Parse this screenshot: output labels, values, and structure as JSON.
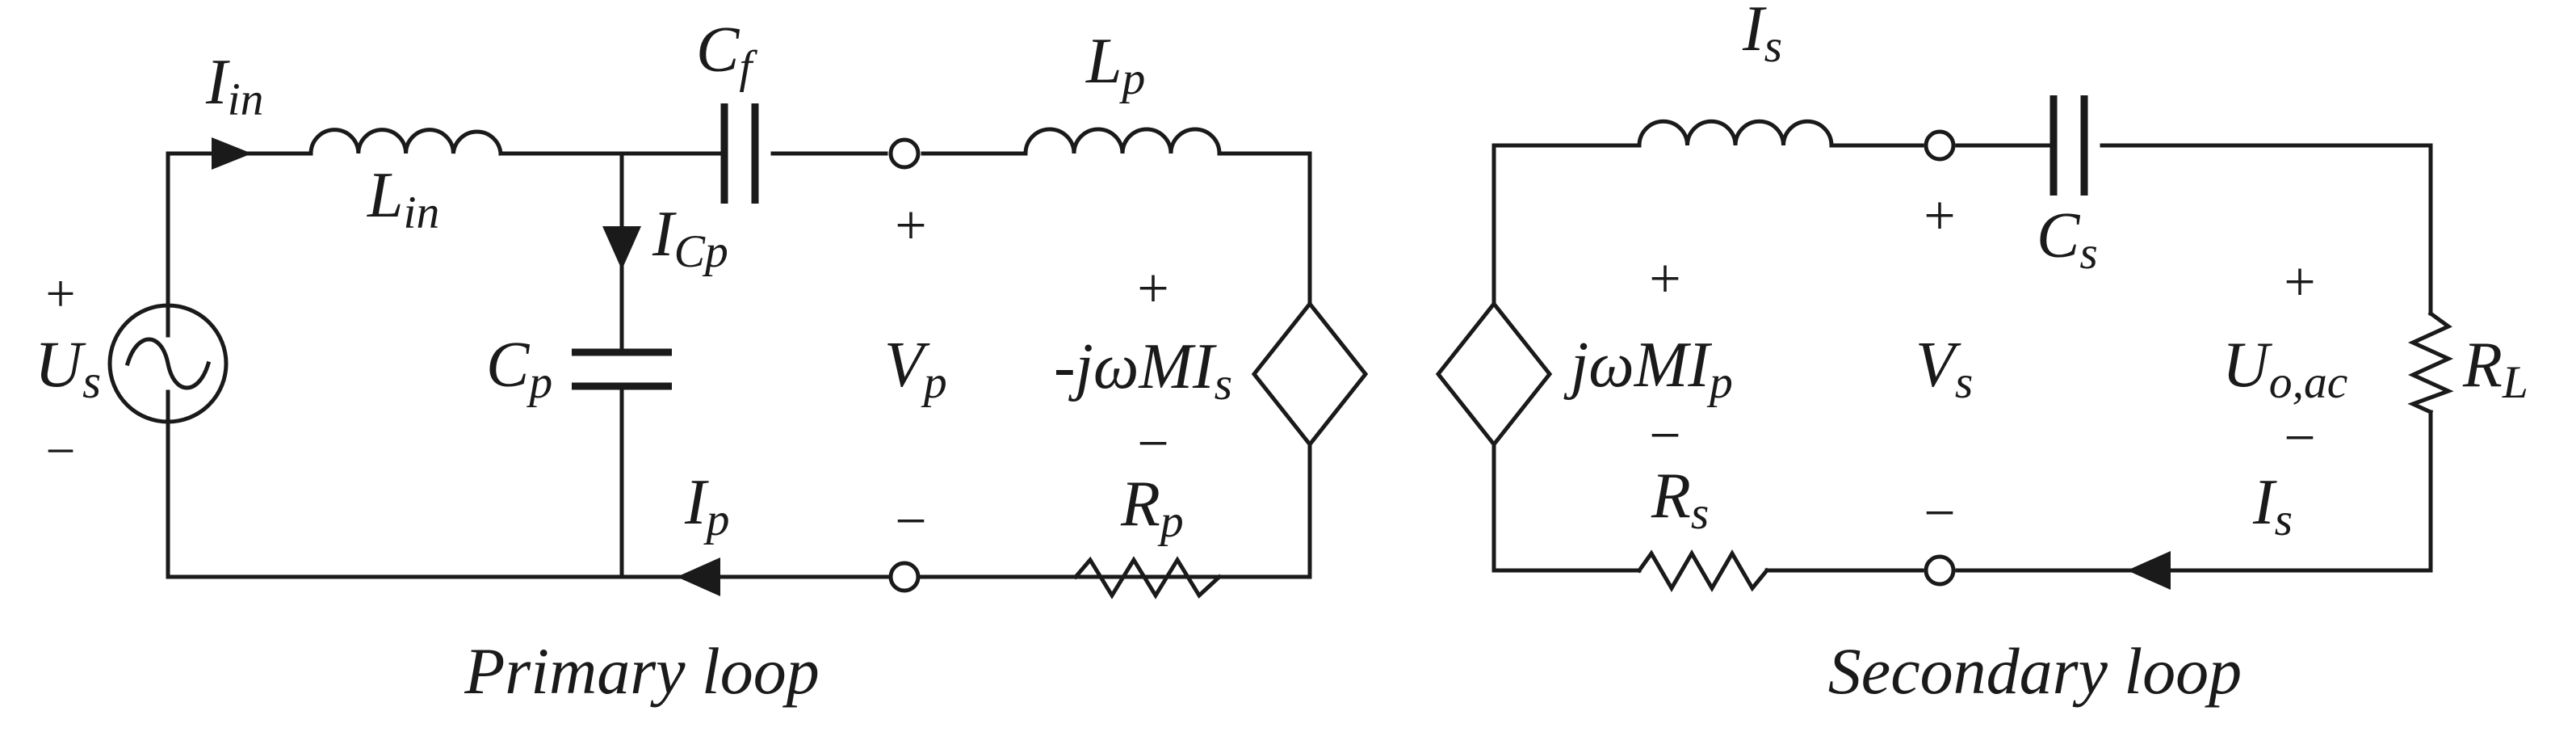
{
  "primary": {
    "caption": "Primary loop",
    "source": {
      "main": "U",
      "sub": "s",
      "plus": "+",
      "minus": "−"
    },
    "i_in": {
      "main": "I",
      "sub": "in"
    },
    "l_in": {
      "main": "L",
      "sub": "in"
    },
    "c_f": {
      "main": "C",
      "sub": "f"
    },
    "l_p": {
      "main": "L",
      "sub": "p"
    },
    "i_cp": {
      "main": "I",
      "sub": "Cp"
    },
    "c_p": {
      "main": "C",
      "sub": "p"
    },
    "v_p": {
      "main": "V",
      "sub": "p",
      "plus": "+",
      "minus": "−"
    },
    "dep_source": {
      "main": "-jωMI",
      "sub": "s",
      "plus": "+",
      "minus": "−"
    },
    "i_p": {
      "main": "I",
      "sub": "p"
    },
    "r_p": {
      "main": "R",
      "sub": "p"
    }
  },
  "secondary": {
    "caption": "Secondary loop",
    "i_s_top": {
      "main": "I",
      "sub": "s"
    },
    "c_s": {
      "main": "C",
      "sub": "s"
    },
    "dep_source": {
      "main": "jωMI",
      "sub": "p",
      "plus": "+",
      "minus": "−"
    },
    "v_s": {
      "main": "V",
      "sub": "s",
      "plus": "+",
      "minus": "−"
    },
    "u_oac": {
      "main": "U",
      "sub": "o,ac",
      "plus": "+",
      "minus": "−"
    },
    "r_l": {
      "main": "R",
      "sub": "L"
    },
    "r_s": {
      "main": "R",
      "sub": "s"
    },
    "i_s_bottom": {
      "main": "I",
      "sub": "s"
    }
  }
}
